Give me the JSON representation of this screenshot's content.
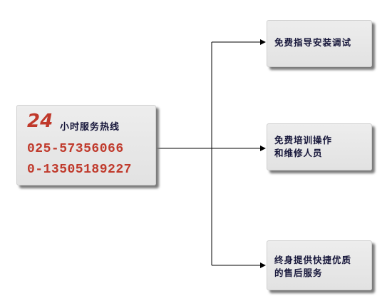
{
  "hotline": {
    "hours": "24",
    "caption": "小时服务热线",
    "phone_landline": "025-57356066",
    "phone_mobile": "0-13505189227"
  },
  "services": [
    {
      "line1": "免费指导安装调试",
      "line2": ""
    },
    {
      "line1": "免费培训操作",
      "line2": "和维修人员"
    },
    {
      "line1": "终身提供快捷优质",
      "line2": "的售后服务"
    }
  ],
  "colors": {
    "accent_red": "#c0392b",
    "text_dark": "#16163a",
    "box_fill": "#e6e6e6",
    "shadow": "#7a7a7a",
    "connector": "#000000"
  }
}
